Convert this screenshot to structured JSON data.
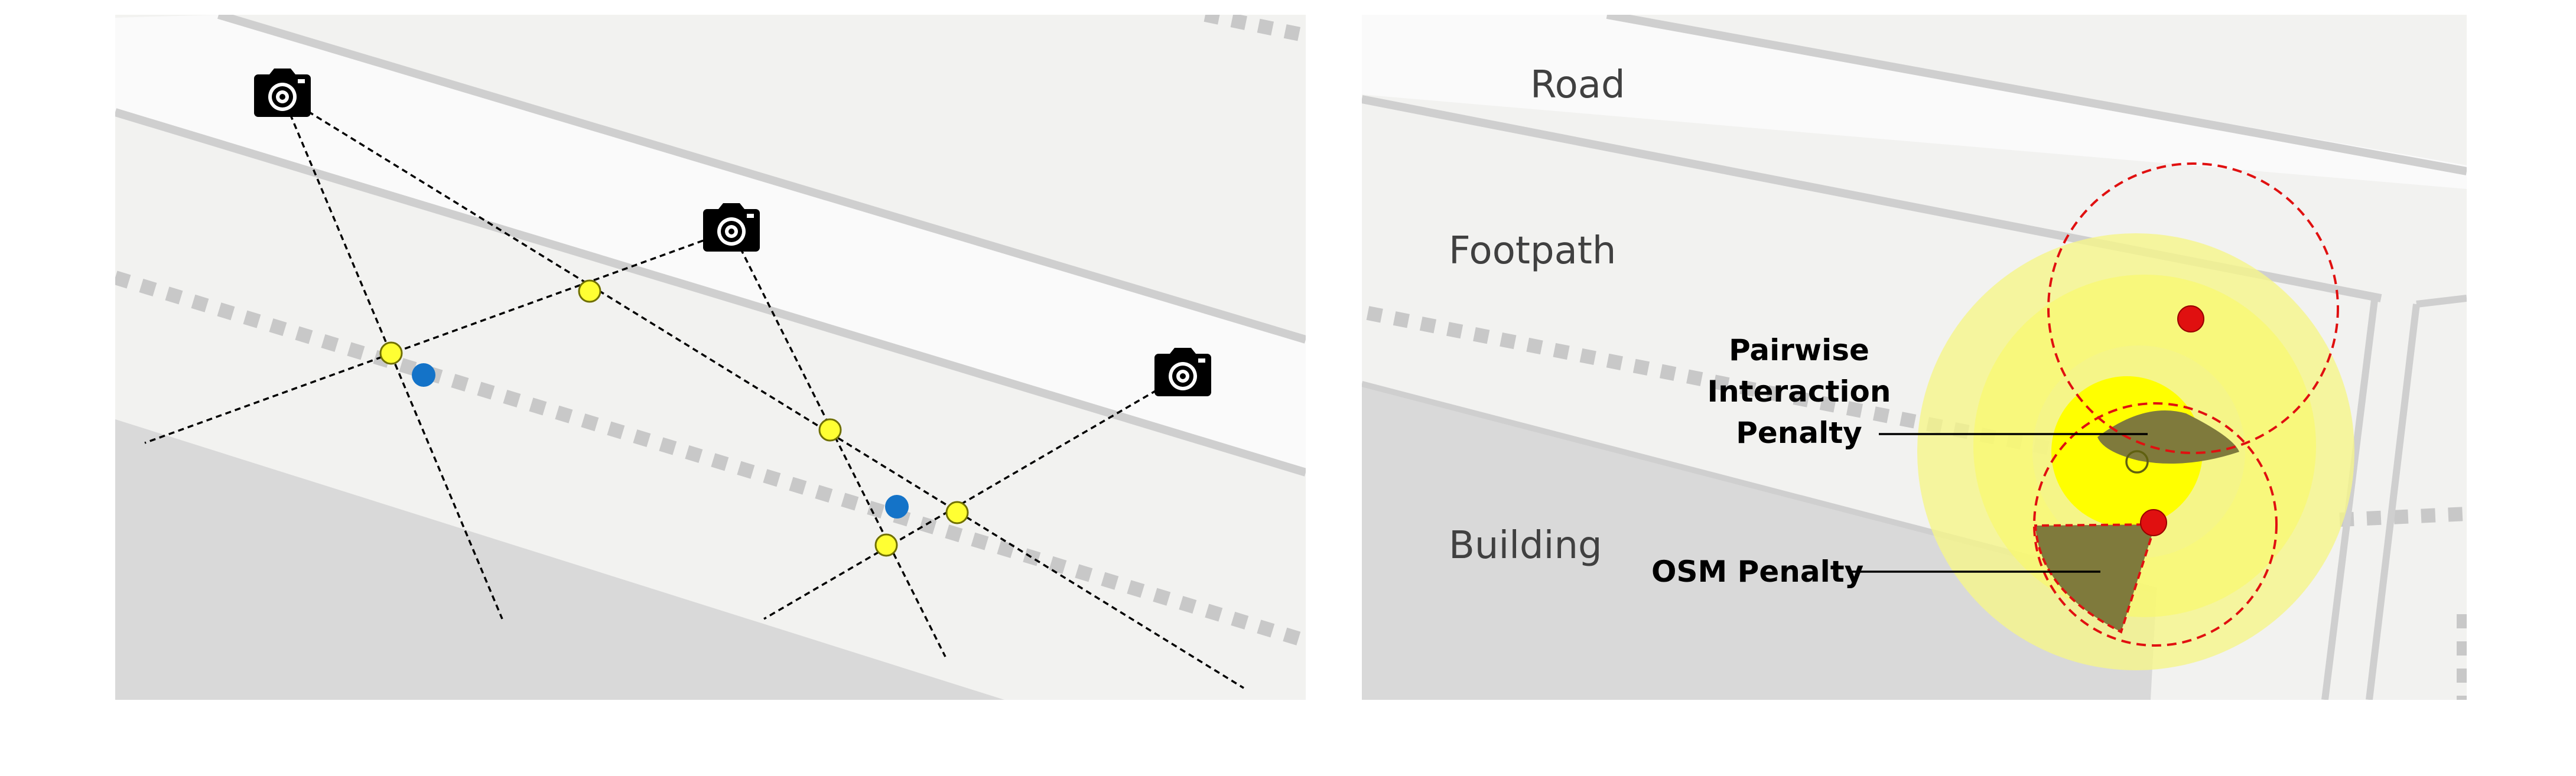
{
  "left_panel": {
    "name": "ray-triangulation-map",
    "cameras": 3,
    "intersection_points": 5,
    "estimated_points": 2
  },
  "right_panel": {
    "labels": {
      "road": "Road",
      "footpath": "Footpath",
      "building": "Building",
      "pairwise_line1": "Pairwise",
      "pairwise_line2": "Interaction",
      "pairwise_line3": "Penalty",
      "osm": "OSM Penalty"
    }
  },
  "colors": {
    "map_background": "#f2f2f0",
    "road": "#fafafa",
    "road_edge": "#cfcfcf",
    "building": "#d9d9d9",
    "footpath_dash": "#c8c8c8",
    "camera": "#000000",
    "intersection_fill": "#ffff33",
    "intersection_stroke": "#707000",
    "estimate_blue": "#1473c8",
    "heat_outer": "#f5f58a",
    "heat_mid": "#f8f870",
    "heat_core": "#ffff00",
    "penalty_fill": "#7f7a3c",
    "penalty_stroke": "#e01010",
    "point_red": "#e01010"
  },
  "icons": [
    "camera-icon"
  ]
}
